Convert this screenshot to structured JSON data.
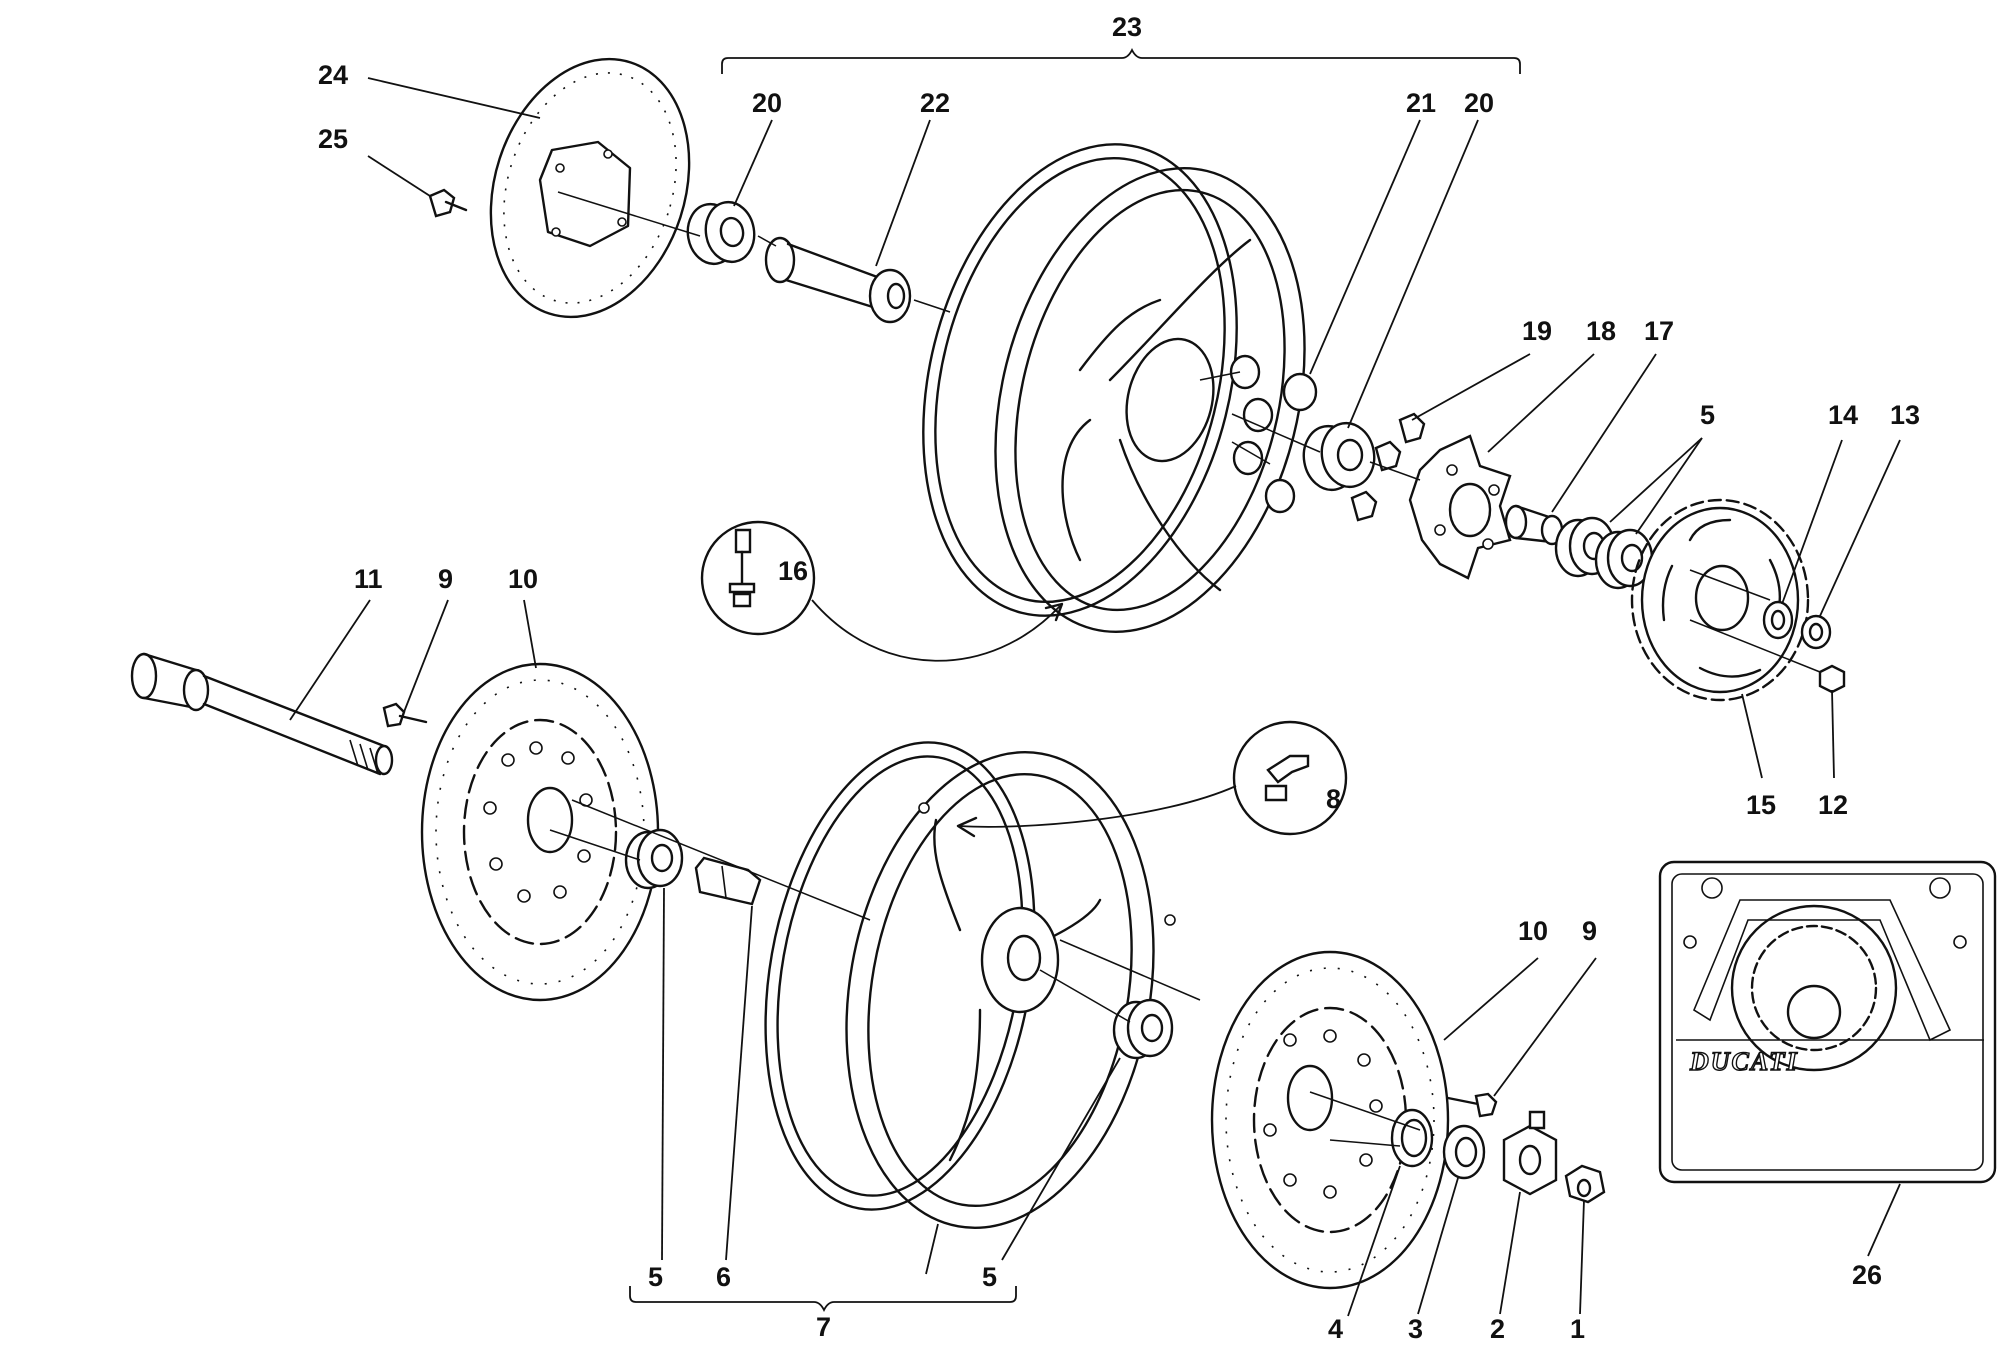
{
  "callouts": {
    "c1": "1",
    "c2": "2",
    "c3": "3",
    "c4": "4",
    "c5a": "5",
    "c5b": "5",
    "c5c": "5",
    "c6": "6",
    "c7": "7",
    "c8": "8",
    "c9a": "9",
    "c9b": "9",
    "c10a": "10",
    "c10b": "10",
    "c11": "11",
    "c12": "12",
    "c13": "13",
    "c14": "14",
    "c15": "15",
    "c16": "16",
    "c17": "17",
    "c18": "18",
    "c19": "19",
    "c20a": "20",
    "c20b": "20",
    "c21": "21",
    "c22": "22",
    "c23": "23",
    "c24": "24",
    "c25": "25",
    "c26": "26"
  },
  "badge": {
    "logo_text": "DUCATI"
  }
}
